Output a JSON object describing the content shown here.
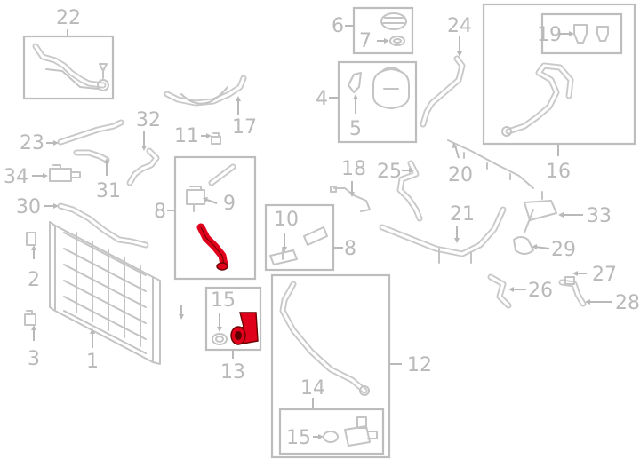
{
  "diagram": {
    "part_numbers": {
      "p1": "1",
      "p2": "2",
      "p3": "3",
      "p4": "4",
      "p5": "5",
      "p6": "6",
      "p7": "7",
      "p8a": "8",
      "p8b": "8",
      "p9": "9",
      "p10": "10",
      "p11": "11",
      "p12": "12",
      "p13": "13",
      "p14": "14",
      "p15a": "15",
      "p15b": "15",
      "p16": "16",
      "p17": "17",
      "p18": "18",
      "p19": "19",
      "p20": "20",
      "p21": "21",
      "p22": "22",
      "p23": "23",
      "p24": "24",
      "p25": "25",
      "p26": "26",
      "p27": "27",
      "p28": "28",
      "p29": "29",
      "p30": "30",
      "p31": "31",
      "p32": "32",
      "p33": "33",
      "p34": "34"
    },
    "colors": {
      "highlight": "#e0001b",
      "line": "#c4c4c4",
      "label": "#b9b9b9"
    }
  }
}
